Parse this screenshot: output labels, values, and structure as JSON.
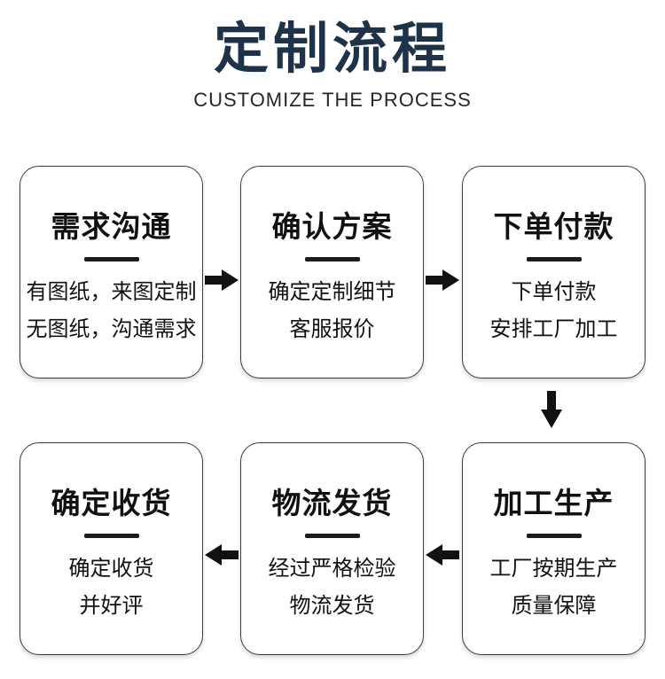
{
  "page": {
    "title": "定制流程",
    "subtitle": "CUSTOMIZE THE PROCESS",
    "title_color": "#1e3349",
    "subtitle_color": "#262626",
    "background_color": "#ffffff",
    "box_border_color": "#3d3d3d",
    "text_color": "#111111",
    "arrow_color": "#111111"
  },
  "steps": [
    {
      "title": "需求沟通",
      "lines": [
        "有图纸，来图定制",
        "无图纸，沟通需求"
      ]
    },
    {
      "title": "确认方案",
      "lines": [
        "确定定制细节",
        "客服报价"
      ]
    },
    {
      "title": "下单付款",
      "lines": [
        "下单付款",
        "安排工厂加工"
      ]
    },
    {
      "title": "加工生产",
      "lines": [
        "工厂按期生产",
        "质量保障"
      ]
    },
    {
      "title": "物流发货",
      "lines": [
        "经过严格检验",
        "物流发货"
      ]
    },
    {
      "title": "确定收货",
      "lines": [
        "确定收货",
        "并好评"
      ]
    }
  ],
  "flow_arrows": [
    {
      "direction": "right",
      "from": "需求沟通",
      "to": "确认方案"
    },
    {
      "direction": "right",
      "from": "确认方案",
      "to": "下单付款"
    },
    {
      "direction": "down",
      "from": "下单付款",
      "to": "加工生产"
    },
    {
      "direction": "left",
      "from": "加工生产",
      "to": "物流发货"
    },
    {
      "direction": "left",
      "from": "物流发货",
      "to": "确定收货"
    }
  ]
}
